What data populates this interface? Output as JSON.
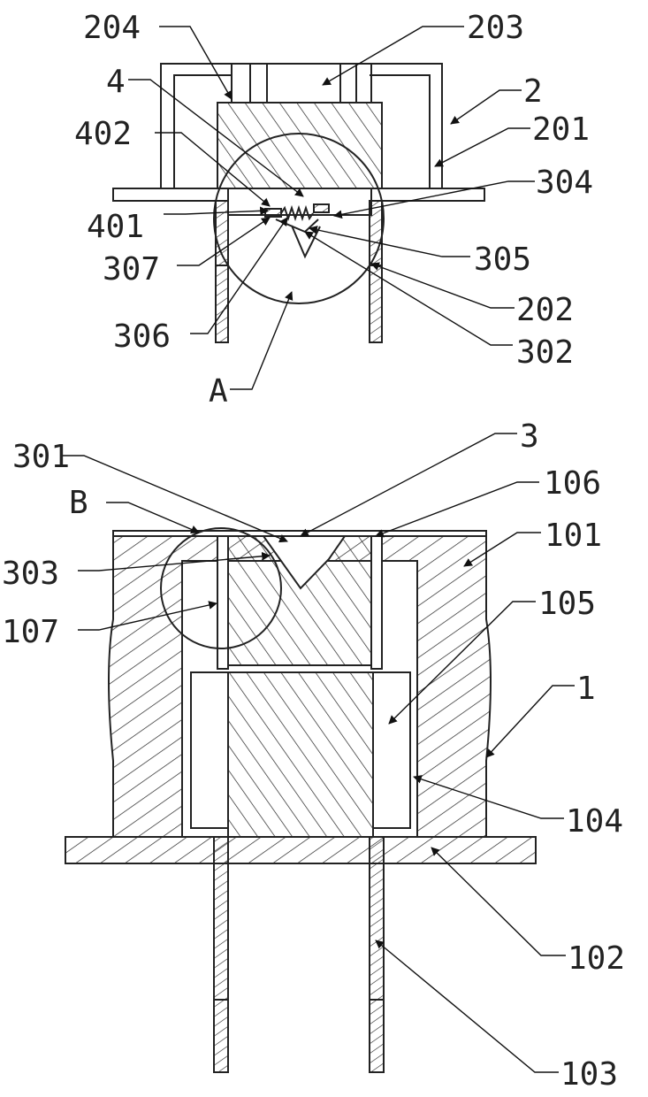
{
  "colors": {
    "line": "#222222",
    "background": "#ffffff"
  },
  "labels": {
    "l204": "204",
    "l203": "203",
    "l4": "4",
    "l2": "2",
    "l402": "402",
    "l201": "201",
    "l304": "304",
    "l401": "401",
    "l305": "305",
    "l307": "307",
    "l202": "202",
    "l306": "306",
    "l302": "302",
    "lA": "A",
    "l301": "301",
    "l3": "3",
    "l106": "106",
    "lB": "B",
    "l101": "101",
    "l303": "303",
    "l105": "105",
    "l107": "107",
    "l1": "1",
    "l104": "104",
    "l102": "102",
    "l103": "103"
  }
}
